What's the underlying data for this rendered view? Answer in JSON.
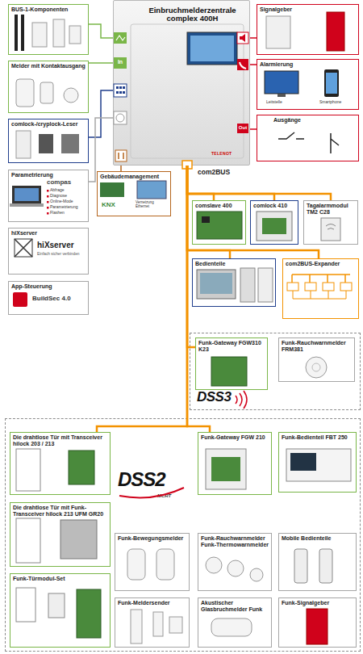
{
  "diagram": {
    "nodes": [
      {
        "text": [
          "BUS-1-Komponenten"
        ]
      },
      {
        "text": [
          "Einbruchmelderzentrale complex 400H"
        ]
      },
      {
        "text": [
          "Signalgeber"
        ]
      },
      {
        "text": [
          "Melder mit Kontaktausgang"
        ]
      },
      {
        "text": [
          "Alarmierung"
        ]
      },
      {
        "text": [
          "Ausgänge"
        ]
      },
      {
        "text": [
          "comlock-/cryplock-Leser"
        ]
      },
      {
        "text": [
          "Parametrierung"
        ]
      },
      {
        "text": [
          "Gebäudemanagement"
        ]
      },
      {
        "text": [
          "comslave 400"
        ]
      },
      {
        "text": [
          "comlock 410"
        ]
      },
      {
        "text": [
          "Tagalarmmodul TM2 C28"
        ]
      },
      {
        "text": [
          "hiXserver"
        ]
      },
      {
        "text": [
          "Bedienteile"
        ]
      },
      {
        "text": [
          "com2BUS-Expander"
        ]
      },
      {
        "text": [
          "App-Steuerung"
        ]
      },
      {
        "text": [
          "DSS3"
        ]
      },
      {
        "text": [
          "Funk-Gateway FGW310 K23"
        ],
        "in": 16
      },
      {
        "text": [
          "Funk-Rauchwarnmelder FRM381"
        ],
        "in": 16
      },
      {
        "text": [
          "DSS2",
          "MCRT"
        ]
      },
      {
        "text": [
          "Die drahtlose Tür mit Transceiver hilock 203 / 213"
        ],
        "in": 19
      },
      {
        "text": [
          "Funk-Gateway FGW 210"
        ],
        "in": 19
      },
      {
        "text": [
          "Funk-Bedienteil FBT 250"
        ],
        "in": 19
      },
      {
        "text": [
          "Die drahtlose Tür mit Funk-Transceiver hilock 213 UFM GR20"
        ],
        "in": 19
      },
      {
        "text": [
          "Funk-Bewegungsmelder"
        ],
        "in": 19
      },
      {
        "text": [
          "Funk-Rauchwarnmelder Funk-Thermowarnmelder"
        ],
        "in": 19
      },
      {
        "text": [
          "Mobile Bedienteile"
        ],
        "in": 19
      },
      {
        "text": [
          "Funk-Türmodul-Set"
        ],
        "in": 19
      },
      {
        "text": [
          "Funk-Meldersender"
        ],
        "in": 19
      },
      {
        "text": [
          "Akustischer Glasbruchmelder Funk"
        ],
        "in": 19
      },
      {
        "text": [
          "Funk-Signalgeber"
        ],
        "in": 19
      }
    ],
    "edges": [
      {
        "from": 1,
        "to": 0,
        "arrow": "none"
      },
      {
        "from": 1,
        "to": 3,
        "arrow": "none"
      },
      {
        "from": 1,
        "to": 6,
        "arrow": "none"
      },
      {
        "from": 1,
        "to": 7,
        "arrow": "none"
      },
      {
        "from": 1,
        "to": 2,
        "arrow": "none"
      },
      {
        "from": 1,
        "to": 4,
        "arrow": "none"
      },
      {
        "from": 1,
        "to": 5,
        "arrow": "none"
      },
      {
        "from": 1,
        "to": 8,
        "arrow": "none"
      },
      {
        "from": 1,
        "to": 9,
        "arrow": "none"
      },
      {
        "from": 1,
        "to": 10,
        "arrow": "none"
      },
      {
        "from": 1,
        "to": 11,
        "arrow": "none"
      },
      {
        "from": 1,
        "to": 13,
        "arrow": "none"
      },
      {
        "from": 1,
        "to": 14,
        "arrow": "none"
      },
      {
        "from": 1,
        "to": 17,
        "arrow": "none"
      },
      {
        "from": 1,
        "to": 20,
        "arrow": "none"
      },
      {
        "from": 1,
        "to": 21,
        "arrow": "none"
      }
    ],
    "labels": [
      "In",
      "Out",
      "Out",
      "com2BUS",
      "TELENOT",
      "Leitstelle",
      "Smartphone",
      "compas",
      "Abfrage",
      "Diagnose",
      "Online-Mode",
      "Parametrierung",
      "Flashen",
      "KNX",
      "Vernetzung Ethernet",
      "hiXserver",
      "Einfach sicher verbinden",
      "BuildSec 4.0"
    ]
  }
}
